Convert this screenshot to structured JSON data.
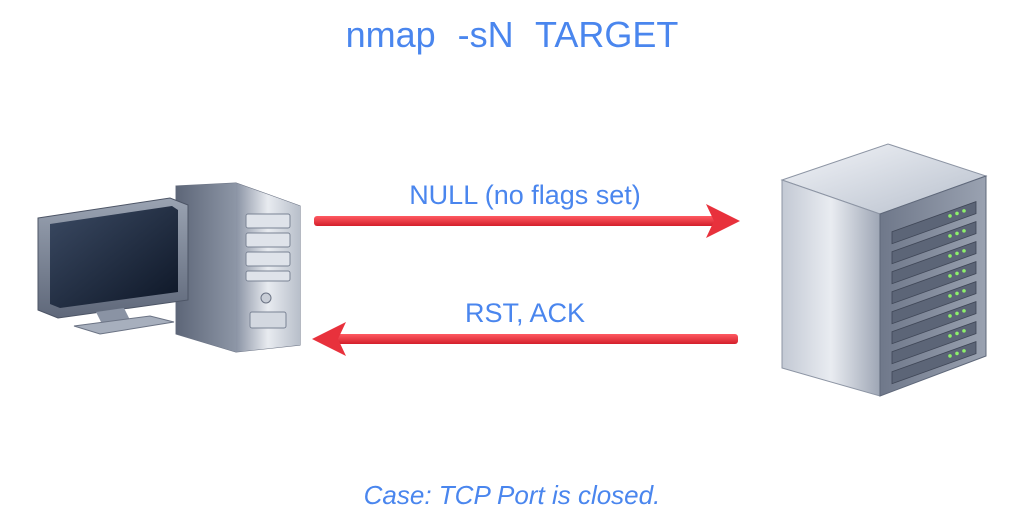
{
  "title": "nmap   -sN   TARGET",
  "request": {
    "label": "NULL (no flags set)",
    "direction": "client-to-server",
    "color": "#e8313c"
  },
  "response": {
    "label": "RST, ACK",
    "direction": "server-to-client",
    "color": "#e8313c"
  },
  "caption": "Case: TCP Port is closed.",
  "icons": {
    "client": "desktop-computer-icon",
    "server": "server-rack-icon"
  },
  "colors": {
    "text_accent": "#4a86ee",
    "arrow": "#e8313c"
  }
}
